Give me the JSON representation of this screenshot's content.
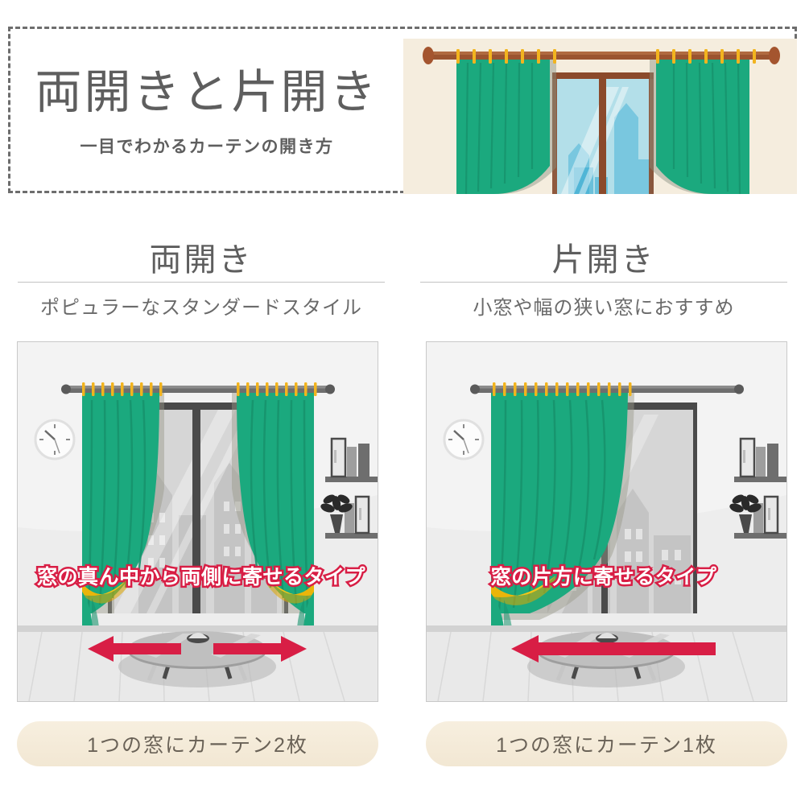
{
  "hero": {
    "title": "両開きと片開き",
    "subtitle": "一目でわかるカーテンの開き方",
    "art_name": "window-with-double-curtains-illustration",
    "colors": {
      "wall": "#F5EDDE",
      "curtain": "#1BA97E",
      "rod": "#8B4A2B",
      "ring": "#F2B41E",
      "glass": "#BFE3E8",
      "frame": "#8B4A2B"
    }
  },
  "columns": [
    {
      "id": "double-open",
      "title": "両開き",
      "subtitle": "ポピュラーなスタンダードスタイル",
      "caption": "窓の真ん中から両側に寄せるタイプ",
      "badge": "1つの窓にカーテン2枚",
      "arrows": [
        "left",
        "right"
      ],
      "curtain_count": 2,
      "scene_name": "room-with-two-curtains-illustration"
    },
    {
      "id": "single-open",
      "title": "片開き",
      "subtitle": "小窓や幅の狭い窓におすすめ",
      "caption": "窓の片方に寄せるタイプ",
      "badge": "1つの窓にカーテン1枚",
      "arrows": [
        "left"
      ],
      "curtain_count": 1,
      "scene_name": "room-with-one-curtain-illustration"
    }
  ],
  "palette": {
    "text_gray": "#5e5e5e",
    "curtain_teal": "#1BA97E",
    "tieback_yellow": "#F5C518",
    "arrow_crimson": "#D81E45",
    "badge_cream": "#F4EAD7",
    "wall_light": "#F2F2F2",
    "floor_light": "#E8E8E8",
    "rod_gray": "#6E6E6E",
    "city_gray": "#C9C9C9"
  }
}
